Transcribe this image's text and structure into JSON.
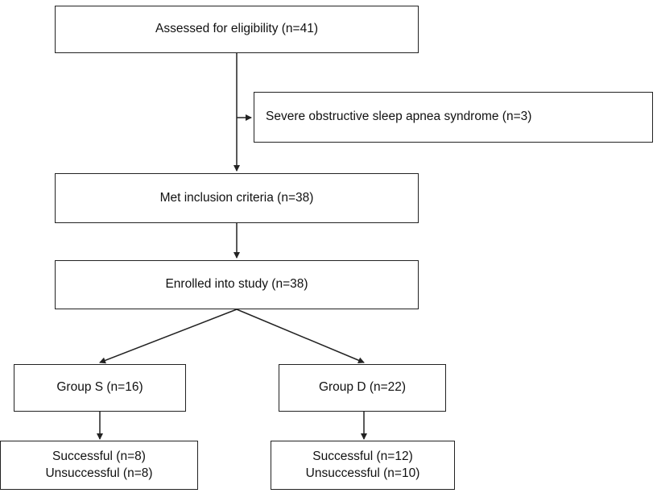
{
  "flowchart": {
    "assessed": "Assessed for eligibility (n=41)",
    "excluded": "Severe obstructive sleep apnea syndrome (n=3)",
    "met_criteria": "Met inclusion criteria (n=38)",
    "enrolled": "Enrolled into study (n=38)",
    "group_s": {
      "label": "Group S (n=16)",
      "successful": "Successful (n=8)",
      "unsuccessful": "Unsuccessful (n=8)"
    },
    "group_d": {
      "label": "Group D (n=22)",
      "successful": "Successful (n=12)",
      "unsuccessful": "Unsuccessful (n=10)"
    }
  },
  "colors": {
    "line": "#222222",
    "background": "#ffffff"
  }
}
